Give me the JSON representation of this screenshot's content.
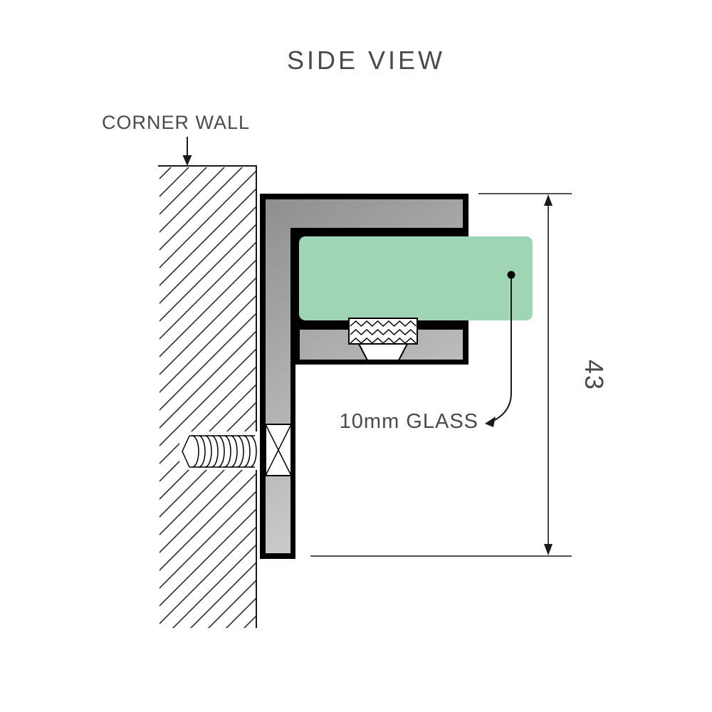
{
  "diagram": {
    "title": "SIDE VIEW",
    "wall_label": "CORNER WALL",
    "glass_label": "10mm GLASS",
    "dimension_value": "43",
    "colors": {
      "text": "#4a4a4a",
      "line": "#1a1a1a",
      "outline": "#000000",
      "bracket_gray_dark": "#8e8e8e",
      "bracket_gray_light": "#e2e2e2",
      "glass_green": "#9fd4b4",
      "background": "#ffffff"
    }
  }
}
